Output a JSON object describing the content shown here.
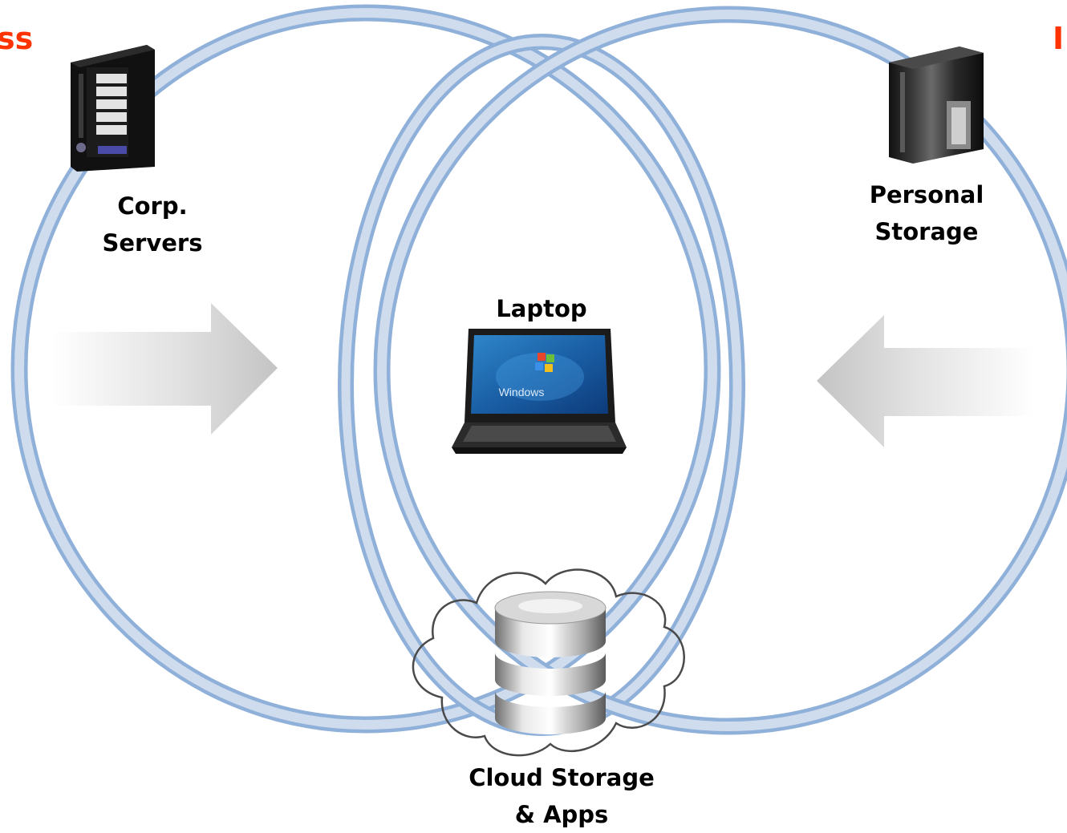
{
  "edge_text": {
    "left": "ss",
    "right": "I"
  },
  "labels": {
    "corp_servers": [
      "Corp.",
      "Servers"
    ],
    "personal_storage": [
      "Personal",
      "Storage"
    ],
    "laptop": "Laptop",
    "cloud": [
      "Cloud Storage",
      "& Apps"
    ],
    "windows": "Windows"
  },
  "colors": {
    "accent": "#ff3300",
    "ring": "#bcd0ea",
    "ring_edge": "#8aa8d2",
    "arrow": "#cfcfcf"
  }
}
